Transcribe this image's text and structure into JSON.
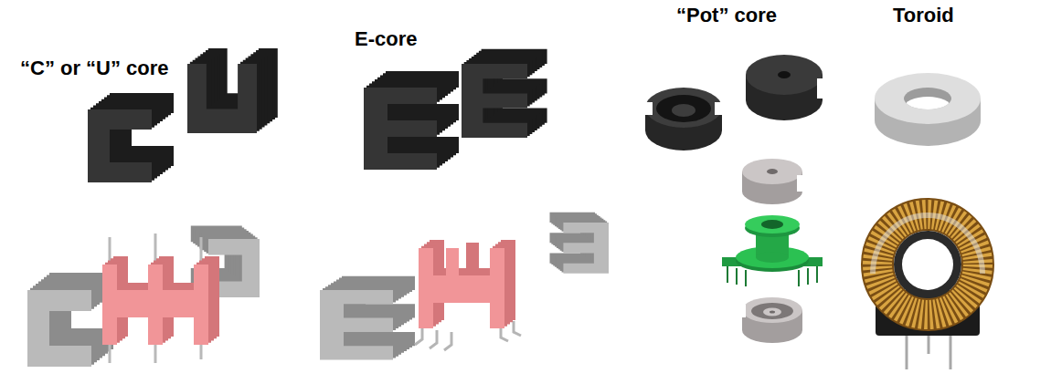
{
  "diagram": {
    "labels": [
      "“C” or “U” core",
      "E-core",
      "“Pot” core",
      "Toroid"
    ]
  }
}
